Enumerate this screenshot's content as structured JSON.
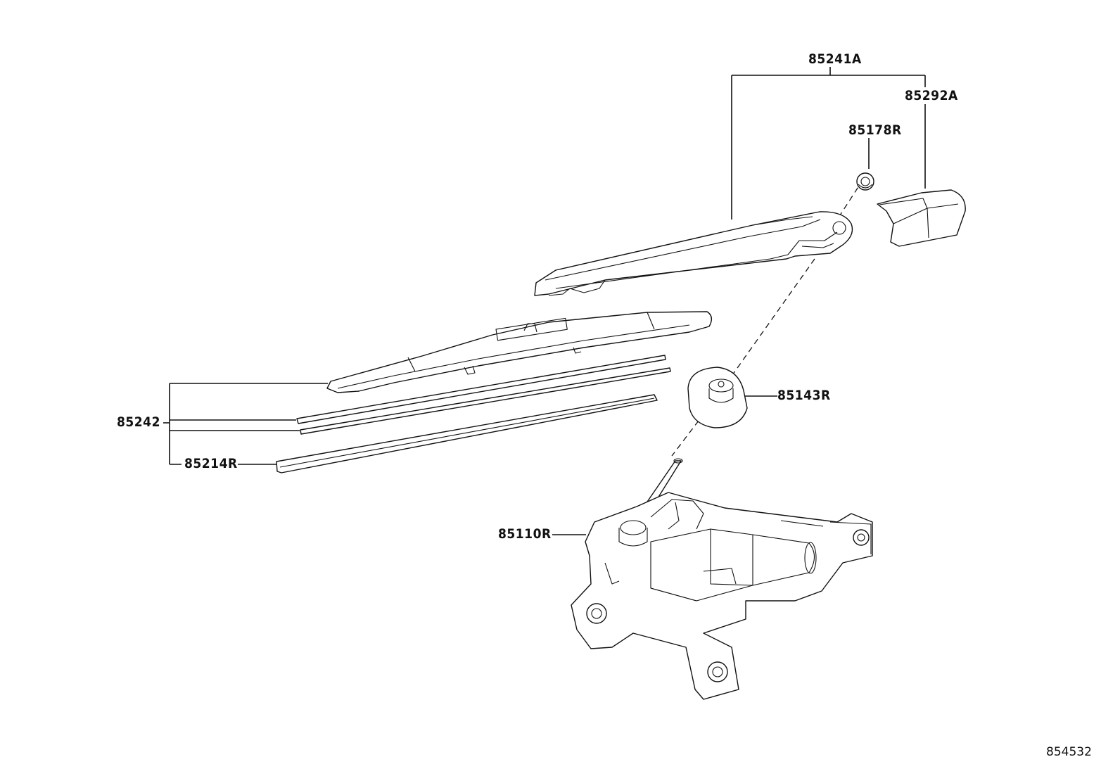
{
  "diagram": {
    "reference_number": "854532",
    "parts": [
      {
        "id": "85241A"
      },
      {
        "id": "85292A"
      },
      {
        "id": "85178R"
      },
      {
        "id": "85143R"
      },
      {
        "id": "85242"
      },
      {
        "id": "85214R"
      },
      {
        "id": "85110R"
      }
    ]
  }
}
